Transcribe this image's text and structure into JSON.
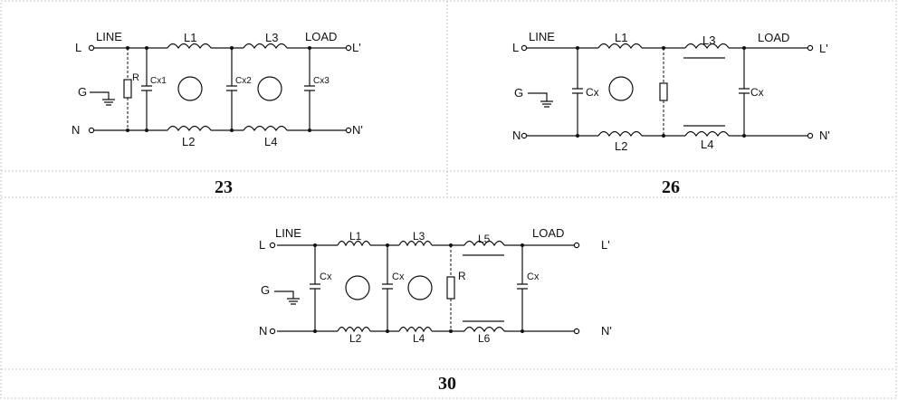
{
  "panels": [
    {
      "number": "23",
      "labels": {
        "L": "L",
        "N": "N",
        "G": "G",
        "Lp": "L'",
        "Np": "N'",
        "line": "LINE",
        "load": "LOAD",
        "L1": "L1",
        "L2": "L2",
        "L3": "L3",
        "L4": "L4",
        "R": "R",
        "Cx1": "Cx1",
        "Cx2": "Cx2",
        "Cx3": "Cx3"
      }
    },
    {
      "number": "26",
      "labels": {
        "L": "L",
        "N": "N",
        "G": "G",
        "Lp": "L'",
        "Np": "N'",
        "line": "LINE",
        "load": "LOAD",
        "L1": "L1",
        "L2": "L2",
        "L3": "L3",
        "L4": "L4",
        "Cx_a": "Cx",
        "Cx_b": "Cx"
      }
    },
    {
      "number": "30",
      "labels": {
        "L": "L",
        "N": "N",
        "G": "G",
        "Lp": "L'",
        "Np": "N'",
        "line": "LINE",
        "load": "LOAD",
        "L1": "L1",
        "L2": "L2",
        "L3": "L3",
        "L4": "L4",
        "L5": "L5",
        "L6": "L6",
        "R": "R",
        "Cx_a": "Cx",
        "Cx_b": "Cx",
        "Cx_c": "Cx"
      }
    }
  ]
}
